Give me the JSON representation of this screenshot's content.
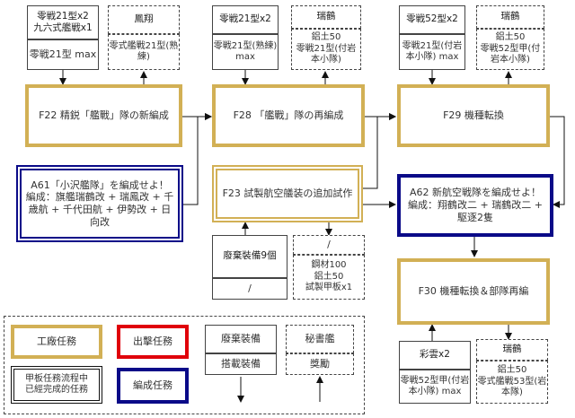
{
  "nodes": {
    "f22": {
      "label": "F22 精鋭「艦戰」隊の新編成"
    },
    "f28": {
      "label": "F28 「艦戰」隊の再編成"
    },
    "f29": {
      "label": "F29 機種転換"
    },
    "a61": {
      "label": "A61「小沢艦隊」を編成せよ！\n編成：旗艦瑞鶴改 + 瑞鳳改 + 千歳航 + 千代田航 + 伊勢改 + 日向改"
    },
    "f23": {
      "label": "F23 試製航空艤装の追加試作"
    },
    "a62": {
      "label": "A62 新航空戦隊を編成せよ！\n編成：翔鶴改二 + 瑞鶴改二 + 駆逐2隻"
    },
    "f30": {
      "label": "F30 機種転換＆部隊再編"
    }
  },
  "reqs": {
    "f22_need": {
      "top": "零戦21型x2\n九六式艦戦x1",
      "bottom": "零戦21型 max"
    },
    "f22_secretary": {
      "top": "鳳翔",
      "bottom": "零式艦戰21型(熟練)"
    },
    "f28_need": {
      "top": "零戦21型x2",
      "bottom": "零戦21型(熟練) max"
    },
    "f28_secretary": {
      "top": "瑞鶴",
      "bottom": "鋁土50\n零戦21型(付岩本小隊)"
    },
    "f29_need": {
      "top": "零戦52型x2",
      "bottom": "零戦21型(付岩本小隊) max"
    },
    "f29_secretary": {
      "top": "瑞鶴",
      "bottom": "鋁土50\n零戦52型甲(付岩本小隊)"
    },
    "f23_need": {
      "top": "廢棄裝備9個",
      "bottom": "/"
    },
    "f23_secretary": {
      "top": "/",
      "bottom": "鋼材100\n鋁土50\n試製甲板x1"
    },
    "f30_need": {
      "top": "彩雲x2",
      "bottom": "零戦52型甲(付岩本小隊) max"
    },
    "f30_secretary": {
      "top": "瑞鶴",
      "bottom": "鋁土50\n零式艦戰53型(岩本隊)"
    }
  },
  "legend": {
    "factory": "工廠任務",
    "sortie": "出擊任務",
    "completed": "甲板任務流程中\n已經完成的任務",
    "organize": "編成任務",
    "discard": "廢棄裝備",
    "equip": "搭載裝備",
    "secretary": "秘書艦",
    "reward": "獎勵"
  },
  "colors": {
    "factory": "#d2b055",
    "sortie": "#e0000a",
    "organize": "#0a0a88",
    "completed": "#111111"
  }
}
